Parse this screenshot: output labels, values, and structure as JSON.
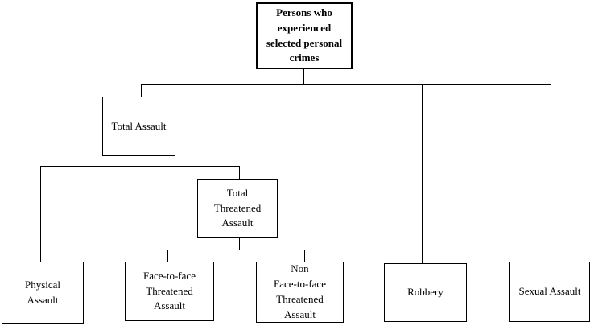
{
  "diagram": {
    "type": "hierarchy-tree",
    "title": "Persons who experienced selected personal crimes — classification tree",
    "colors": {
      "border": "#000000",
      "background": "#ffffff",
      "text": "#000000"
    },
    "nodes": {
      "root": {
        "label": "Persons who\nexperienced\nselected personal\ncrimes",
        "children": [
          "total_assault",
          "robbery",
          "sexual_assault"
        ]
      },
      "total_assault": {
        "label": "Total Assault",
        "children": [
          "physical_assault",
          "total_threatened_assault"
        ]
      },
      "total_threatened_assault": {
        "label": "Total\nThreatened\nAssault",
        "children": [
          "face_to_face_threatened_assault",
          "non_face_to_face_threatened_assault"
        ]
      },
      "physical_assault": {
        "label": "Physical\nAssault",
        "children": []
      },
      "face_to_face_threatened_assault": {
        "label": "Face-to-face\nThreatened\nAssault",
        "children": []
      },
      "non_face_to_face_threatened_assault": {
        "label": "Non\nFace-to-face\nThreatened\nAssault",
        "children": []
      },
      "robbery": {
        "label": "Robbery",
        "children": []
      },
      "sexual_assault": {
        "label": "Sexual Assault",
        "children": []
      }
    }
  }
}
